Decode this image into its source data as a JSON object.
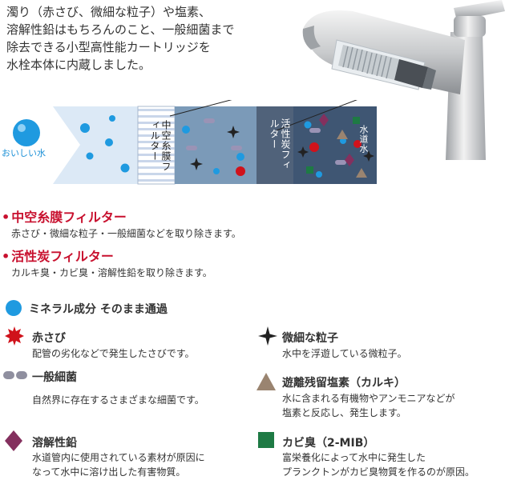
{
  "intro": {
    "lines": [
      "濁り（赤さび、微細な粒子）や塩素、",
      "溶解性鉛はもちろんのこと、一般細菌まで",
      "除去できる小型高性能カートリッジを",
      "水栓本体に内蔵しました。"
    ]
  },
  "diagram": {
    "clean_water_label": "おいしい水",
    "hollow_fiber_label": "中空糸膜フィルター",
    "carbon_label": "活性炭フィルター",
    "tap_water_label": "水道水"
  },
  "filters": [
    {
      "bullet": "•",
      "title": "中空糸膜フィルター",
      "desc": "赤さび・微細な粒子・一般細菌などを取り除きます。"
    },
    {
      "bullet": "•",
      "title": "活性炭フィルター",
      "desc": "カルキ臭・カビ臭・溶解性鉛を取り除きます。"
    }
  ],
  "legend": {
    "mineral": {
      "title": "ミネラル成分 そのまま通過",
      "icon": "blue-circle",
      "color": "#1f9ae0"
    },
    "items": [
      {
        "key": "rust",
        "icon": "red-starburst",
        "color": "#d0121b",
        "title": "赤さび",
        "desc": [
          "配管の劣化などで発生したさびです。"
        ]
      },
      {
        "key": "particle",
        "icon": "black-sparkle",
        "color": "#222222",
        "title": "微細な粒子",
        "desc": [
          "水中を浮遊している微粒子。"
        ]
      },
      {
        "key": "bacteria",
        "icon": "gray-capsule",
        "color": "#8f8f9f",
        "title": "一般細菌",
        "desc": [
          "自然界に存在するさまざまな細菌です。"
        ]
      },
      {
        "key": "chlorine",
        "icon": "brown-triangle",
        "color": "#9a8470",
        "title": "遊離残留塩素（カルキ）",
        "desc": [
          "水に含まれる有機物やアンモニアなどが",
          "塩素と反応し、発生します。"
        ]
      },
      {
        "key": "lead",
        "icon": "purple-diamond",
        "color": "#84305e",
        "title": "溶解性鉛",
        "desc": [
          "水道管内に使用されている素材が原因に",
          "なって水中に溶け出した有害物質。"
        ]
      },
      {
        "key": "mold",
        "icon": "green-square",
        "color": "#1e7a44",
        "title": "カビ臭（2-MIB）",
        "desc": [
          "富栄養化によって水中に発生した",
          "プランクトンがカビ臭物質を作るのが原因。"
        ]
      }
    ]
  }
}
